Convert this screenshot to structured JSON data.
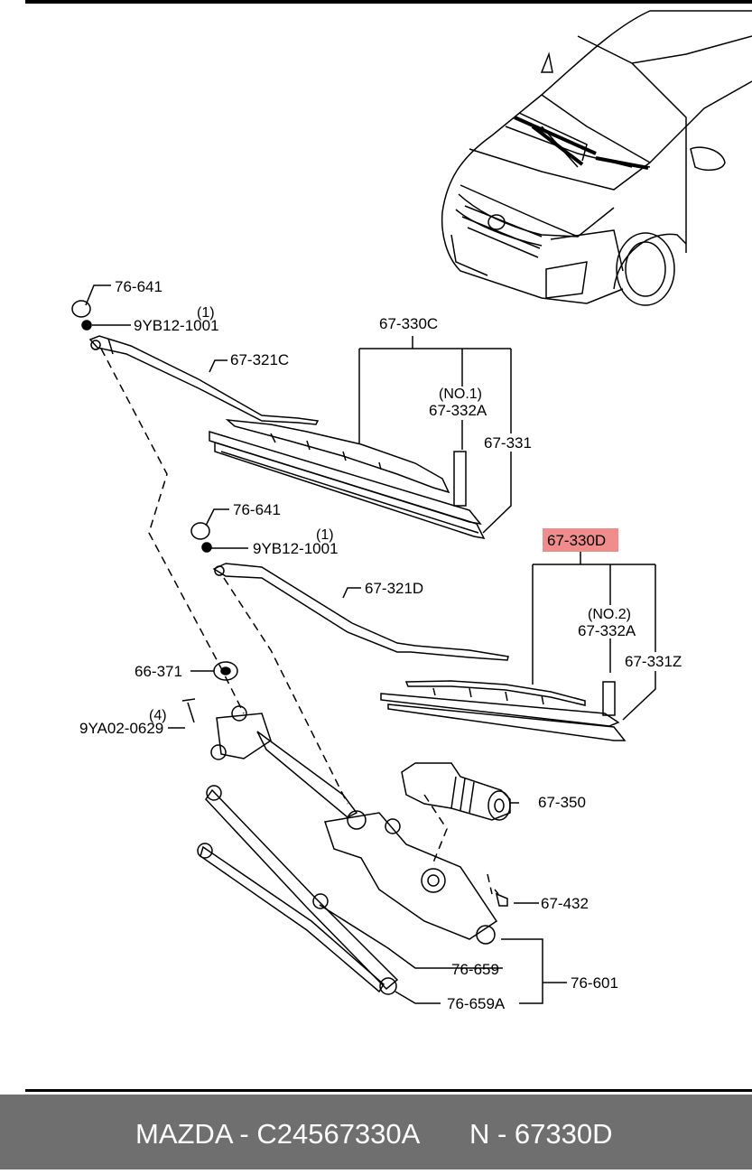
{
  "part_labels": {
    "cap_upper": "76-641",
    "nut_upper": "9YB12-1001",
    "nut_upper_qty": "(1)",
    "arm_driver": "67-321C",
    "blade_driver": "67-330C",
    "blade_driver_sub_note": "(NO.1)",
    "blade_driver_sub": "67-332A",
    "blade_driver_rubber": "67-331",
    "cap_lower": "76-641",
    "nut_lower": "9YB12-1001",
    "nut_lower_qty": "(1)",
    "arm_passenger": "67-321D",
    "blade_passenger": "67-330D",
    "blade_passenger_sub_note": "(NO.2)",
    "blade_passenger_sub": "67-332A",
    "blade_passenger_rubber": "67-331Z",
    "pivot_cap": "66-371",
    "bolt_qty": "(4)",
    "bolt": "9YA02-0629",
    "motor": "67-350",
    "motor_bolt": "67-432",
    "link_rod": "76-659",
    "link_rod_a": "76-659A",
    "linkage_assembly": "76-601"
  },
  "highlight_color": "#f08c8c",
  "footer": {
    "brand_part": "MAZDA - C24567330A",
    "oem_number": "N - 67330D"
  }
}
